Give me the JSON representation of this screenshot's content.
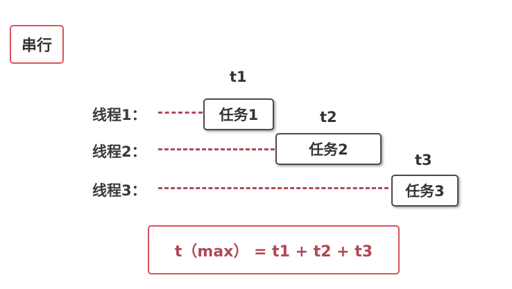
{
  "title": "串行",
  "threads": [
    {
      "label": "线程1：",
      "task": "任务1",
      "time": "t1"
    },
    {
      "label": "线程2：",
      "task": "任务2",
      "time": "t2"
    },
    {
      "label": "线程3：",
      "task": "任务3",
      "time": "t3"
    }
  ],
  "formula": "t（max） = t1 + t2 + t3",
  "colors": {
    "accent": "#d9515a",
    "dash": "#b04855",
    "text": "#333333",
    "box_border": "#4a4a4a"
  }
}
